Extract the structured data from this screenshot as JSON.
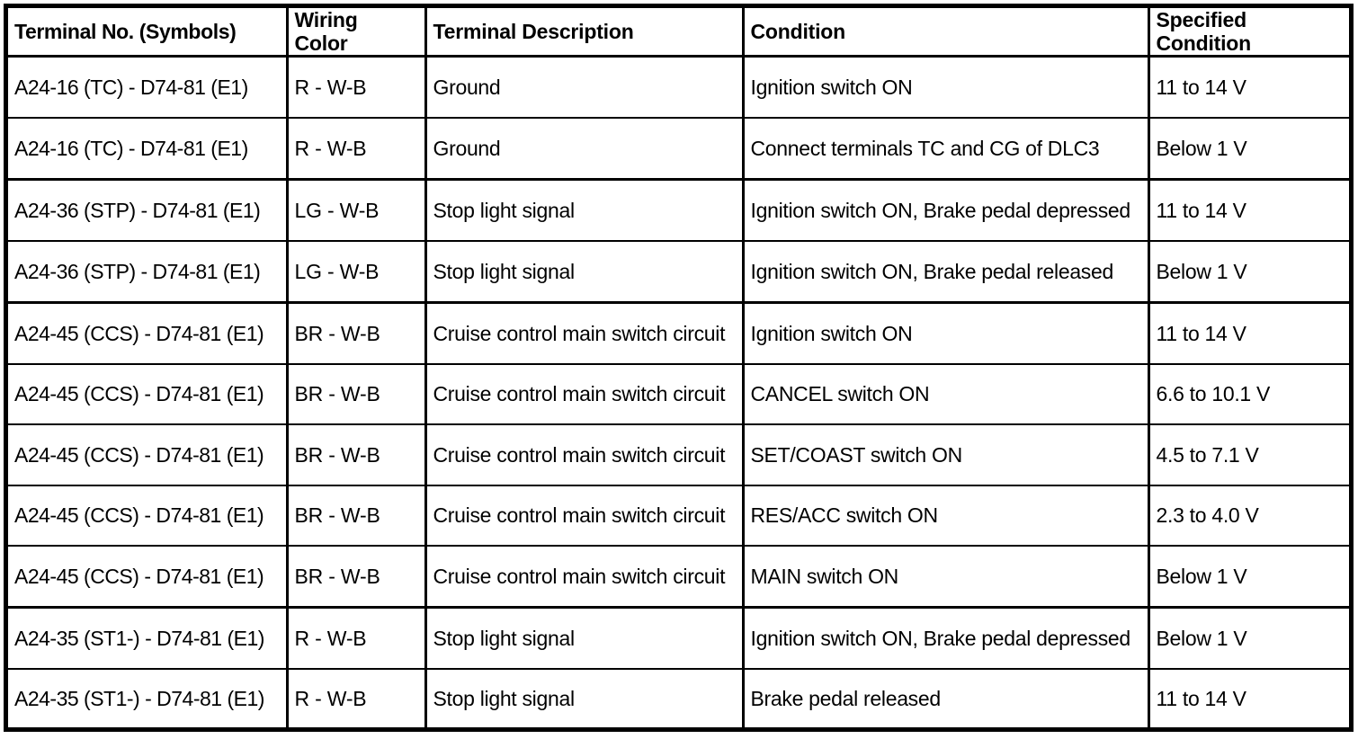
{
  "table": {
    "columns": [
      {
        "key": "terminal",
        "header": "Terminal No. (Symbols)"
      },
      {
        "key": "wiring",
        "header": "Wiring\nColor"
      },
      {
        "key": "desc",
        "header": "Terminal Description"
      },
      {
        "key": "cond",
        "header": "Condition"
      },
      {
        "key": "spec",
        "header": "Specified\nCondition"
      }
    ],
    "header": {
      "terminal": "Terminal No. (Symbols)",
      "wiring_line1": "Wiring",
      "wiring_line2": "Color",
      "desc": "Terminal Description",
      "cond": "Condition",
      "spec_line1": "Specified",
      "spec_line2": "Condition"
    },
    "rows": [
      {
        "terminal": "A24-16 (TC) - D74-81 (E1)",
        "wiring": "R - W-B",
        "desc": "Ground",
        "cond": "Ignition switch ON",
        "spec": "11 to 14 V"
      },
      {
        "terminal": "A24-16 (TC) - D74-81 (E1)",
        "wiring": "R - W-B",
        "desc": "Ground",
        "cond": "Connect terminals TC and CG of DLC3",
        "spec": "Below 1 V"
      },
      {
        "terminal": "A24-36 (STP) - D74-81 (E1)",
        "wiring": "LG - W-B",
        "desc": "Stop light signal",
        "cond": "Ignition switch ON, Brake pedal depressed",
        "spec": "11 to 14 V"
      },
      {
        "terminal": "A24-36 (STP) - D74-81 (E1)",
        "wiring": "LG - W-B",
        "desc": "Stop light signal",
        "cond": "Ignition switch ON, Brake pedal released",
        "spec": "Below 1 V"
      },
      {
        "terminal": "A24-45 (CCS) - D74-81 (E1)",
        "wiring": "BR - W-B",
        "desc": "Cruise control main switch circuit",
        "cond": "Ignition switch ON",
        "spec": "11 to 14 V"
      },
      {
        "terminal": "A24-45 (CCS) - D74-81 (E1)",
        "wiring": "BR - W-B",
        "desc": "Cruise control main switch circuit",
        "cond": "CANCEL switch ON",
        "spec": "6.6 to 10.1 V"
      },
      {
        "terminal": "A24-45 (CCS) - D74-81 (E1)",
        "wiring": "BR - W-B",
        "desc": "Cruise control main switch circuit",
        "cond": "SET/COAST switch ON",
        "spec": "4.5 to 7.1 V"
      },
      {
        "terminal": "A24-45 (CCS) - D74-81 (E1)",
        "wiring": "BR - W-B",
        "desc": "Cruise control main switch circuit",
        "cond": "RES/ACC switch ON",
        "spec": "2.3 to 4.0 V"
      },
      {
        "terminal": "A24-45 (CCS) - D74-81 (E1)",
        "wiring": "BR - W-B",
        "desc": "Cruise control main switch circuit",
        "cond": "MAIN switch ON",
        "spec": "Below 1 V"
      },
      {
        "terminal": "A24-35 (ST1-) - D74-81 (E1)",
        "wiring": "R - W-B",
        "desc": "Stop light signal",
        "cond": "Ignition switch ON, Brake pedal depressed",
        "spec": "Below 1 V"
      },
      {
        "terminal": "A24-35 (ST1-) - D74-81 (E1)",
        "wiring": "R - W-B",
        "desc": "Stop light signal",
        "cond": "Brake pedal released",
        "spec": "11 to 14 V"
      }
    ]
  },
  "style": {
    "text_color": "#000000",
    "border_color": "#000000",
    "background": "#ffffff"
  }
}
